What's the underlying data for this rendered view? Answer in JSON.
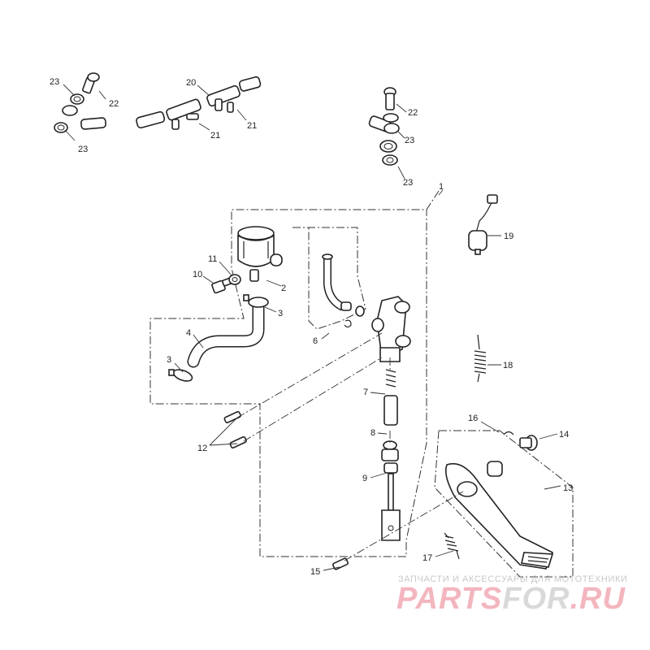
{
  "labels": {
    "l1": "1",
    "l2": "2",
    "l3a": "3",
    "l3b": "3",
    "l4": "4",
    "l6": "6",
    "l7": "7",
    "l8": "8",
    "l9": "9",
    "l10": "10",
    "l11": "11",
    "l12": "12",
    "l13": "13",
    "l14": "14",
    "l15": "15",
    "l16": "16",
    "l17": "17",
    "l18": "18",
    "l19": "19",
    "l20": "20",
    "l21a": "21",
    "l21b": "21",
    "l22a": "22",
    "l22b": "22",
    "l23a": "23",
    "l23b": "23",
    "l23c": "23",
    "l23d": "23"
  },
  "watermark": {
    "caption": "ЗАПЧАСТИ И АКСЕССУАРЫ ДЛЯ МОТОТЕХНИКИ",
    "brand_part1": "PARTS",
    "brand_part2": "FOR",
    "brand_part3": ".RU",
    "brand_colors": {
      "main": "#f3b6bf",
      "accent": "#d9d9d9"
    }
  }
}
